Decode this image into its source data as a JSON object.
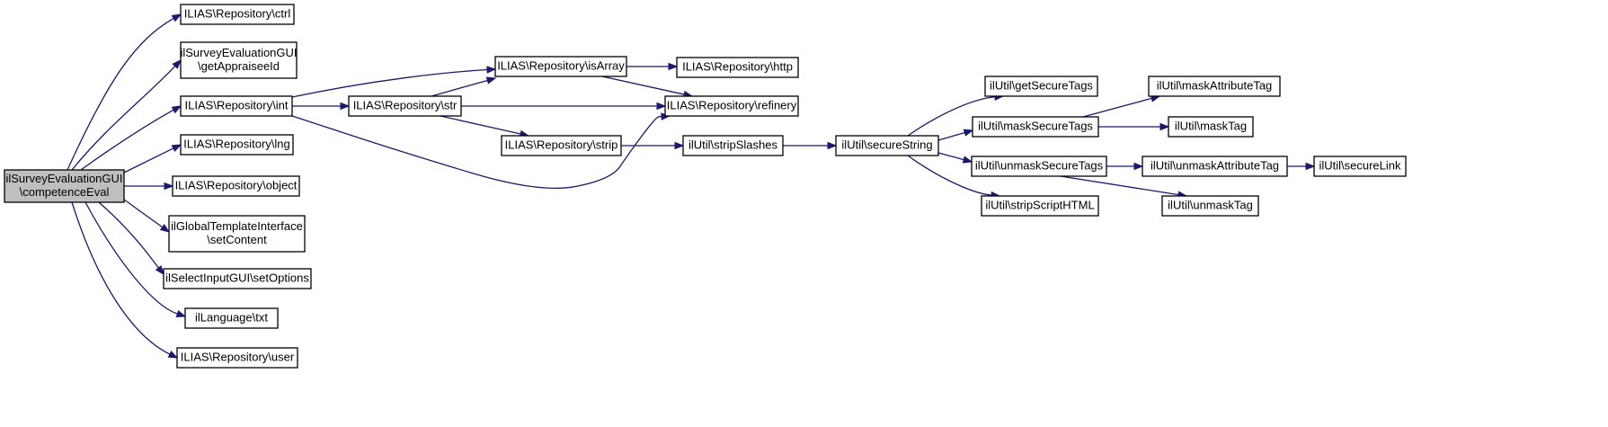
{
  "colors": {
    "edge": "#191970",
    "root_fill": "#bfbfbf",
    "node_fill": "#ffffff",
    "border": "#000000"
  },
  "nodes": [
    {
      "id": "root",
      "lines": [
        "ilSurveyEvaluationGUI",
        "\\competenceEval"
      ]
    },
    {
      "id": "ctrl",
      "lines": [
        "ILIAS\\Repository\\ctrl"
      ]
    },
    {
      "id": "getAppraisee",
      "lines": [
        "ilSurveyEvaluationGUI",
        "\\getAppraiseeId"
      ]
    },
    {
      "id": "int",
      "lines": [
        "ILIAS\\Repository\\int"
      ]
    },
    {
      "id": "lng",
      "lines": [
        "ILIAS\\Repository\\lng"
      ]
    },
    {
      "id": "object",
      "lines": [
        "ILIAS\\Repository\\object"
      ]
    },
    {
      "id": "setContent",
      "lines": [
        "ilGlobalTemplateInterface",
        "\\setContent"
      ]
    },
    {
      "id": "setOptions",
      "lines": [
        "ilSelectInputGUI\\setOptions"
      ]
    },
    {
      "id": "txt",
      "lines": [
        "ilLanguage\\txt"
      ]
    },
    {
      "id": "user",
      "lines": [
        "ILIAS\\Repository\\user"
      ]
    },
    {
      "id": "isArray",
      "lines": [
        "ILIAS\\Repository\\isArray"
      ]
    },
    {
      "id": "str",
      "lines": [
        "ILIAS\\Repository\\str"
      ]
    },
    {
      "id": "strip",
      "lines": [
        "ILIAS\\Repository\\strip"
      ]
    },
    {
      "id": "http",
      "lines": [
        "ILIAS\\Repository\\http"
      ]
    },
    {
      "id": "refinery",
      "lines": [
        "ILIAS\\Repository\\refinery"
      ]
    },
    {
      "id": "stripSlashes",
      "lines": [
        "ilUtil\\stripSlashes"
      ]
    },
    {
      "id": "secureString",
      "lines": [
        "ilUtil\\secureString"
      ]
    },
    {
      "id": "getSecureTags",
      "lines": [
        "ilUtil\\getSecureTags"
      ]
    },
    {
      "id": "maskSecureTags",
      "lines": [
        "ilUtil\\maskSecureTags"
      ]
    },
    {
      "id": "unmaskSecureTags",
      "lines": [
        "ilUtil\\unmaskSecureTags"
      ]
    },
    {
      "id": "stripScriptHTML",
      "lines": [
        "ilUtil\\stripScriptHTML"
      ]
    },
    {
      "id": "maskAttributeTag",
      "lines": [
        "ilUtil\\maskAttributeTag"
      ]
    },
    {
      "id": "maskTag",
      "lines": [
        "ilUtil\\maskTag"
      ]
    },
    {
      "id": "unmaskAttributeTag",
      "lines": [
        "ilUtil\\unmaskAttributeTag"
      ]
    },
    {
      "id": "unmaskTag",
      "lines": [
        "ilUtil\\unmaskTag"
      ]
    },
    {
      "id": "secureLink",
      "lines": [
        "ilUtil\\secureLink"
      ]
    }
  ],
  "edges": [
    [
      "root",
      "ctrl"
    ],
    [
      "root",
      "getAppraisee"
    ],
    [
      "root",
      "int"
    ],
    [
      "root",
      "lng"
    ],
    [
      "root",
      "object"
    ],
    [
      "root",
      "setContent"
    ],
    [
      "root",
      "setOptions"
    ],
    [
      "root",
      "txt"
    ],
    [
      "root",
      "user"
    ],
    [
      "int",
      "isArray"
    ],
    [
      "int",
      "str"
    ],
    [
      "int",
      "refinery"
    ],
    [
      "str",
      "isArray"
    ],
    [
      "str",
      "refinery"
    ],
    [
      "str",
      "strip"
    ],
    [
      "isArray",
      "http"
    ],
    [
      "isArray",
      "refinery"
    ],
    [
      "strip",
      "stripSlashes"
    ],
    [
      "stripSlashes",
      "secureString"
    ],
    [
      "secureString",
      "getSecureTags"
    ],
    [
      "secureString",
      "maskSecureTags"
    ],
    [
      "secureString",
      "unmaskSecureTags"
    ],
    [
      "secureString",
      "stripScriptHTML"
    ],
    [
      "maskSecureTags",
      "maskAttributeTag"
    ],
    [
      "maskSecureTags",
      "maskTag"
    ],
    [
      "unmaskSecureTags",
      "unmaskAttributeTag"
    ],
    [
      "unmaskSecureTags",
      "unmaskTag"
    ],
    [
      "unmaskAttributeTag",
      "secureLink"
    ]
  ]
}
